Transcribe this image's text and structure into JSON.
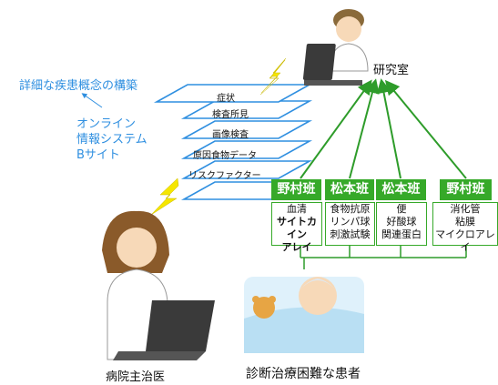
{
  "annotations": {
    "concept": "詳細な疾患概念の構築",
    "online_line1": "オンライン",
    "online_line2": "情報システム",
    "online_line3": "Bサイト"
  },
  "lab": {
    "label": "研究室"
  },
  "doctor": {
    "label": "病院主治医"
  },
  "patient": {
    "label": "診断治療困難な患者"
  },
  "layers": [
    "症状",
    "検査所見",
    "画像検査",
    "原因食物データ",
    "リスクファクター"
  ],
  "groups": [
    {
      "name": "野村班",
      "items": [
        "血清",
        "サイトカイン",
        "アレイ"
      ]
    },
    {
      "name": "松本班",
      "items": [
        "食物抗原",
        "リンパ球",
        "刺激試験"
      ]
    },
    {
      "name": "松本班",
      "items": [
        "便",
        "好酸球",
        "関連蛋白"
      ]
    },
    {
      "name": "野村班",
      "items": [
        "消化管",
        "粘膜",
        "マイクロアレイ"
      ]
    }
  ],
  "colors": {
    "accent_green": "#36a929",
    "arrow_green": "#2e9c2a",
    "text_blue": "#2f8fe0",
    "lightning": "#f5e600"
  }
}
